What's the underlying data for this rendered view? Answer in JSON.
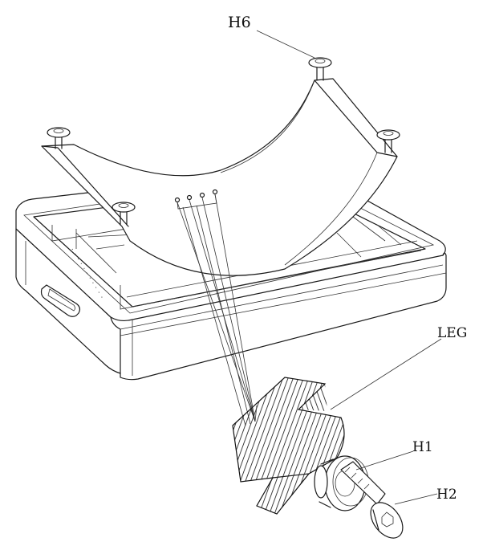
{
  "labels": {
    "h6": "H6",
    "leg": "LEG",
    "h1": "H1",
    "h2": "H2"
  },
  "colors": {
    "line": "#1a1a1a",
    "background": "#ffffff"
  }
}
